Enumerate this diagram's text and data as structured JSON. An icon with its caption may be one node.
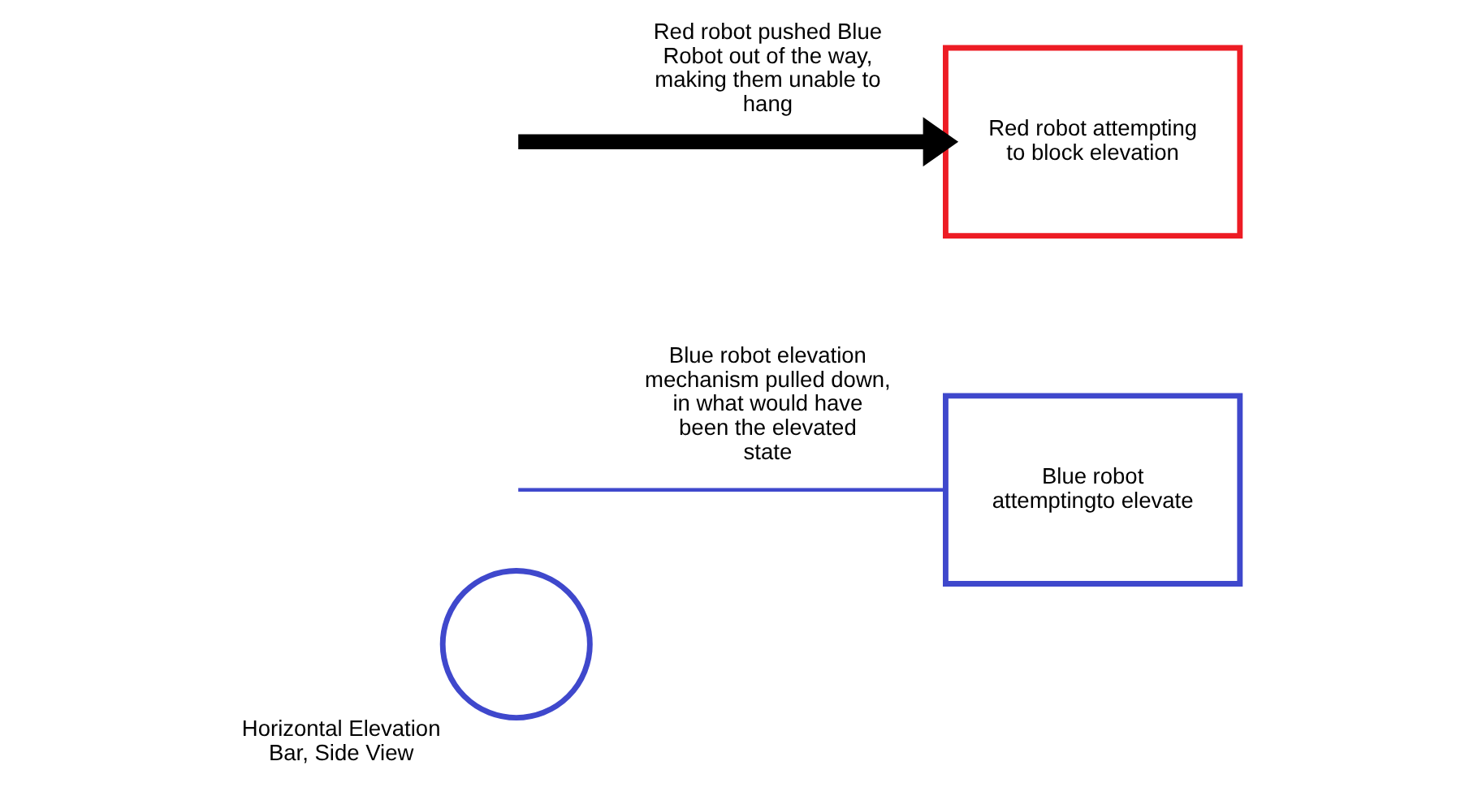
{
  "diagram": {
    "nodes": [
      {
        "text": [
          "Horizontal Elevation Bar, Side View"
        ]
      },
      {
        "text": [
          "Red robot attempting to block elevation"
        ]
      },
      {
        "text": [
          "Blue robot attemptingto elevate"
        ]
      }
    ],
    "edges": [
      {
        "from": null,
        "to": 1,
        "arrow": "to",
        "label": "Red robot pushed Blue Robot out of the way, making them unable to hang",
        "style": "thick",
        "color": "#000000"
      },
      {
        "from": null,
        "to": 2,
        "arrow": "none",
        "label": "Blue robot elevation mechanism pulled down, in what would have been the elevated state",
        "color": "#3f48cc"
      }
    ]
  }
}
